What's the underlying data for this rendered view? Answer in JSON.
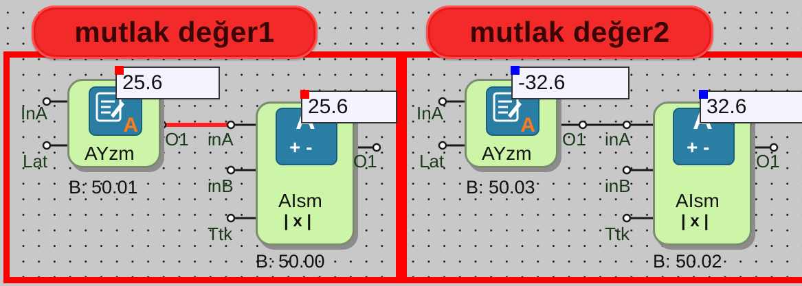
{
  "groups": [
    {
      "title": "mutlak değer1"
    },
    {
      "title": "mutlak değer2"
    }
  ],
  "blocks": {
    "ayzm1": {
      "label": "AYzm",
      "address": "B: 50.01",
      "inputs": [
        "InA",
        "Lat"
      ],
      "output": "O1",
      "value": "25.6",
      "flag_color": "#ff0000"
    },
    "aism1": {
      "label": "AIsm",
      "sub": "| x |",
      "address": "B: 50.00",
      "inputs": [
        "inA",
        "inB",
        "Ttk"
      ],
      "output": "O1",
      "value": "25.6",
      "flag_color": "#ff0000"
    },
    "ayzm2": {
      "label": "AYzm",
      "address": "B: 50.03",
      "inputs": [
        "InA",
        "Lat"
      ],
      "output": "O1",
      "value": "-32.6",
      "flag_color": "#0000ff"
    },
    "aism2": {
      "label": "AIsm",
      "sub": "| x |",
      "address": "B: 50.02",
      "inputs": [
        "inA",
        "inB",
        "Ttk"
      ],
      "output": "O1",
      "value": "32.6",
      "flag_color": "#0000ff"
    }
  },
  "icons": {
    "write_tile": "A",
    "math_tile": "A",
    "math_sign": "+ -"
  },
  "colors": {
    "group_border": "#ff0000",
    "block_fill": "#cdf5a8",
    "tile": "#2a7ea4",
    "active_wire": "#ff2020"
  }
}
